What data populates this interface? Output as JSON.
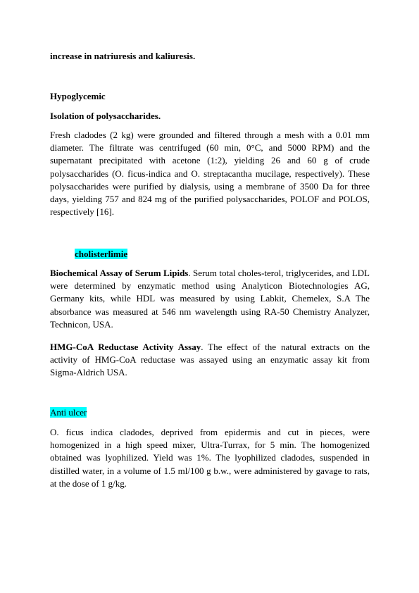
{
  "intro_line": "increase in natriuresis and kaliuresis.",
  "hypoglycemic": {
    "heading": "Hypoglycemic",
    "subheading": "Isolation of polysaccharides.",
    "body": "Fresh cladodes (2 kg) were grounded and filtered through a mesh with a 0.01 mm diameter. The filtrate was centrifuged (60 min, 0°C, and 5000 RPM) and the supernatant precipitated with acetone (1:2), yielding 26 and 60 g of crude polysaccharides (O. ficus-indica and O. streptacantha mucilage, respectively). These polysaccharides were purified by dialysis, using a membrane of 3500 Da for three days, yielding 757 and 824 mg of the purified polysaccharides, POLOF and POLOS, respectively [16]."
  },
  "cholesterol": {
    "heading": "cholisterlimie",
    "highlight_color": "#00ffff",
    "lipids_title": "Biochemical Assay of Serum Lipids",
    "lipids_body": ".  Serum total choles-terol, triglycerides, and LDL were determined by enzymatic method using Analyticon Biotechnologies AG, Germany kits, while HDL was measured by using Labkit, Chemelex, S.A The absorbance was measured at 546 nm wavelength using  RA-50 Chemistry Analyzer, Technicon, USA.",
    "hmg_title": "HMG-CoA Reductase Activity Assay",
    "hmg_body": ".  The effect of the natural extracts on the activity of HMG-CoA reductase was assayed using an enzymatic assay kit from Sigma-Aldrich USA."
  },
  "anti_ulcer": {
    "heading": "Anti ulcer",
    "body": "O. ficus indica cladodes, deprived from epidermis and cut in pieces, were homogenized in a high speed mixer, Ultra-Turrax, for 5 min. The homogenized obtained was lyophilized.  Yield was 1%.  The lyophilized cladodes, suspended in distilled water, in a volume of 1.5 ml/100 g b.w., were administered by gavage to rats, at the dose of 1 g/kg."
  }
}
